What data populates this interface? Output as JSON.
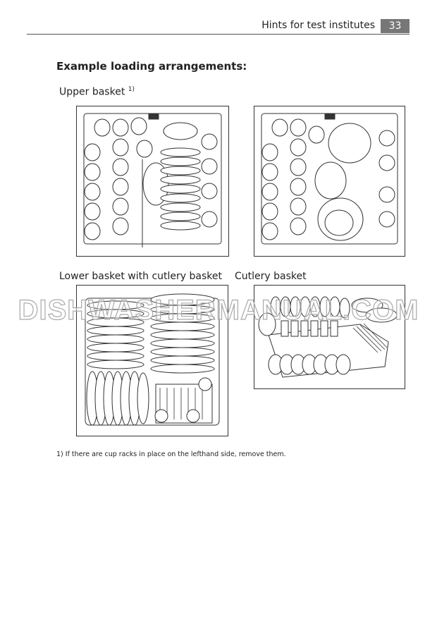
{
  "header": {
    "title": "Hints for test institutes",
    "page_number": "33"
  },
  "heading": "Example loading arrangements:",
  "figures": {
    "upper_basket_label": "Upper basket",
    "upper_basket_footnote_ref": "1)",
    "lower_basket_label": "Lower basket with cutlery basket",
    "cutlery_basket_label": "Cutlery basket"
  },
  "footnote": "1) If there are cup racks in place on the lefthand side, remove them.",
  "watermark": "DISHWASHERMANUAL.COM"
}
